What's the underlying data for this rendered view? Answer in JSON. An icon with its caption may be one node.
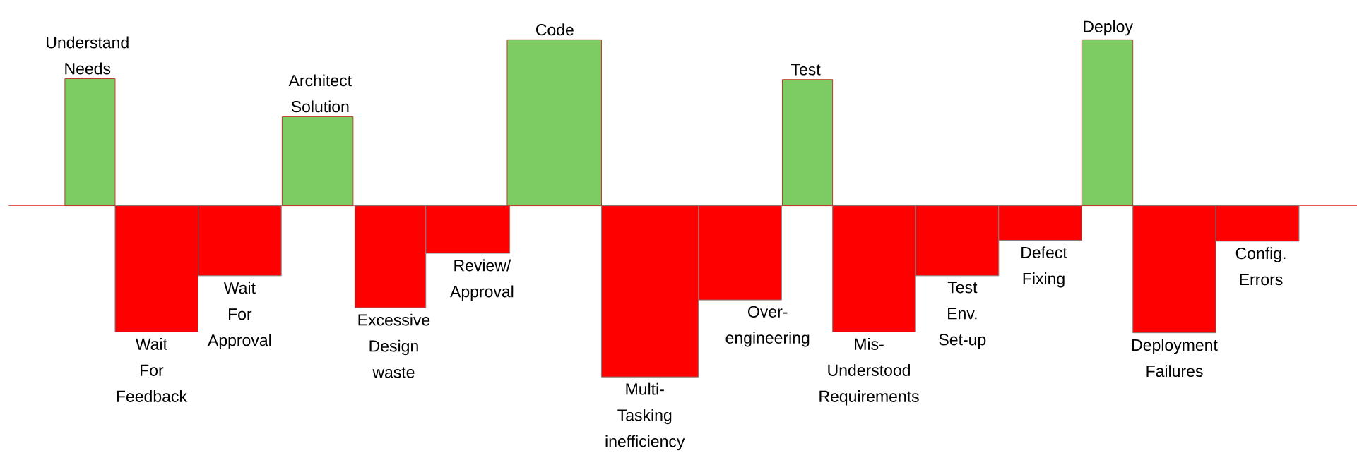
{
  "diagram": {
    "nodes": [
      {
        "text": [
          "Understand Needs"
        ]
      },
      {
        "text": [
          "Wait For Feedback"
        ]
      },
      {
        "text": [
          "Wait For Approval"
        ]
      },
      {
        "text": [
          "Architect Solution"
        ]
      },
      {
        "text": [
          "Excessive Design waste"
        ]
      },
      {
        "text": [
          "Review/ Approval"
        ]
      },
      {
        "text": [
          "Code"
        ]
      },
      {
        "text": [
          "Multi- Tasking inefficiency"
        ]
      },
      {
        "text": [
          "Over- engineering"
        ]
      },
      {
        "text": [
          "Test"
        ]
      },
      {
        "text": [
          "Mis- Understood Requirements"
        ]
      },
      {
        "text": [
          "Test Env. Set-up"
        ]
      },
      {
        "text": [
          "Defect Fixing"
        ]
      },
      {
        "text": [
          "Deploy"
        ]
      },
      {
        "text": [
          "Deployment Failures"
        ]
      },
      {
        "text": [
          "Config. Errors"
        ]
      }
    ]
  }
}
